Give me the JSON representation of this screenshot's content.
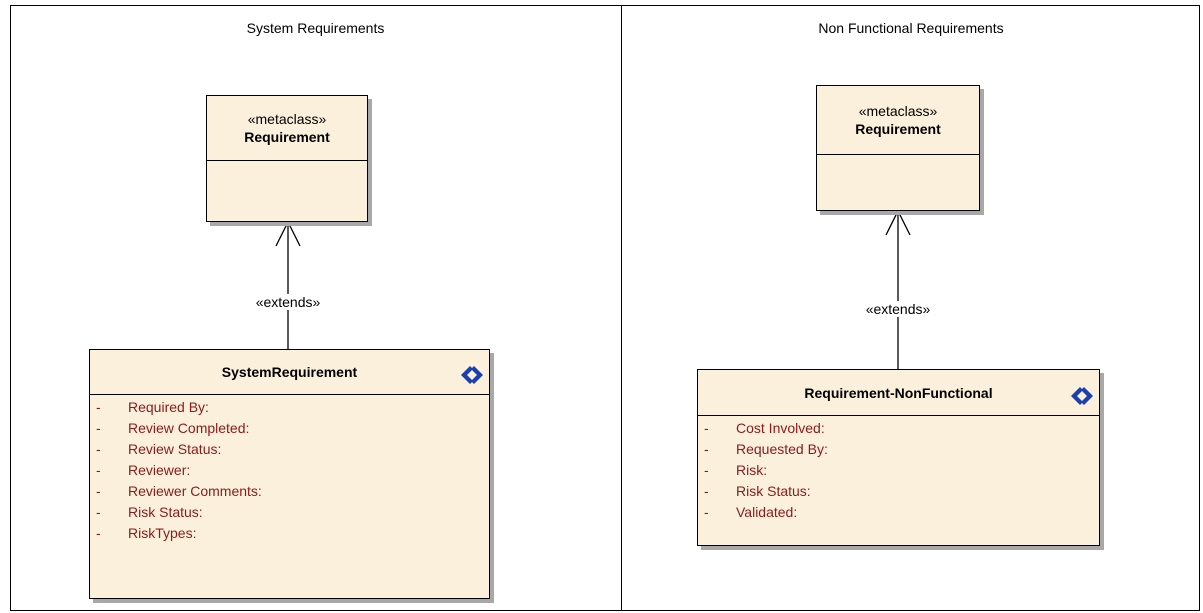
{
  "panes": {
    "left_title": "System Requirements",
    "right_title": "Non Functional Requirements"
  },
  "left": {
    "metaclass": {
      "stereotype": "«metaclass»",
      "name": "Requirement"
    },
    "extends_label": "«extends»",
    "stereotype_class": {
      "name": "SystemRequirement",
      "icon": "enumeration-icon",
      "attributes": [
        "Required By:",
        "Review Completed:",
        "Review Status:",
        "Reviewer:",
        "Reviewer Comments:",
        "Risk Status:",
        "RiskTypes:"
      ]
    }
  },
  "right": {
    "metaclass": {
      "stereotype": "«metaclass»",
      "name": "Requirement"
    },
    "extends_label": "«extends»",
    "stereotype_class": {
      "name": "Requirement-NonFunctional",
      "icon": "enumeration-icon",
      "attributes": [
        "Cost Involved:",
        "Requested By:",
        "Risk:",
        "Risk Status:",
        "Validated:"
      ]
    }
  },
  "colors": {
    "box_fill": "#fbf0dc",
    "attribute_text": "#8b1a1a",
    "icon_blue": "#1a3fb0",
    "shadow": "#a8a8a8"
  }
}
